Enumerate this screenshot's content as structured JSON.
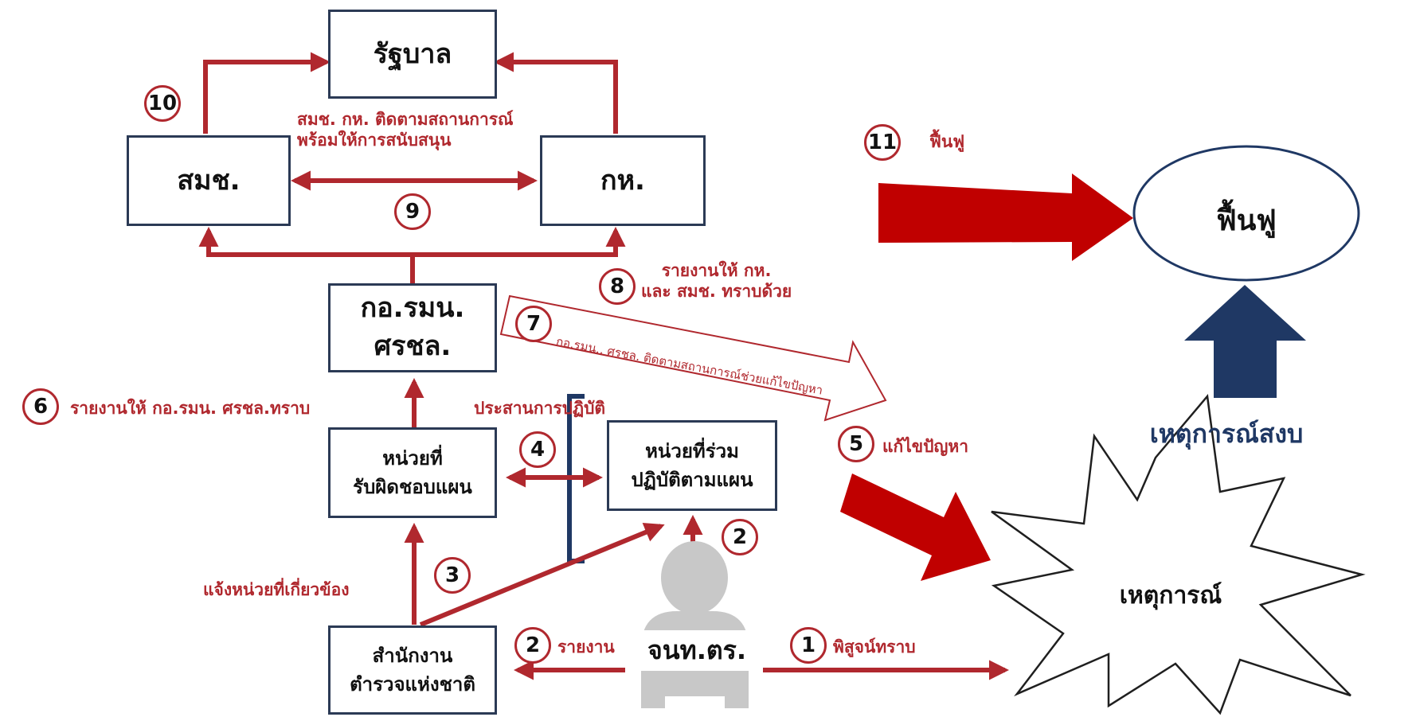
{
  "boxes": {
    "government": "รัฐบาล",
    "nsc": "สมช.",
    "mod": "กห.",
    "isoc_sbpac": [
      "กอ.รมน.",
      "ศรชล."
    ],
    "responsible_unit": [
      "หน่วยที่",
      "รับผิดชอบแผน"
    ],
    "joint_unit": [
      "หน่วยที่ร่วม",
      "ปฏิบัติตามแผน"
    ],
    "police_office": [
      "สำนักงาน",
      "ตำรวจแห่งชาติ"
    ]
  },
  "steps": [
    "1",
    "2",
    "2",
    "3",
    "4",
    "5",
    "6",
    "7",
    "8",
    "9",
    "10",
    "11"
  ],
  "labels": {
    "step1": "พิสูจน์ทราบ",
    "step2": "รายงาน",
    "step3": "แจ้งหน่วยที่เกี่ยวข้อง",
    "step4": "ประสานการปฏิบัติ",
    "step5": "แก้ไขปัญหา",
    "step6": "รายงานให้ กอ.รมน. ศรชล.ทราบ",
    "step7": "กอ.รมน., ศรชล. ติดตามสถานการณ์ช่วยแก้ไขปัญหา",
    "step8": [
      "รายงานให้ กห.",
      "และ สมช. ทราบด้วย"
    ],
    "step10": [
      "สมช. กห. ติดตามสถานการณ์",
      "พร้อมให้การสนับสนุน"
    ],
    "step11": "ฟื้นฟู"
  },
  "person": "จนท.ตร.",
  "incident": "เหตุการณ์",
  "recovery": "ฟื้นฟู",
  "calm": "เหตุการณ์สงบ",
  "colors": {
    "arrow_red": "#b0282e",
    "dark_red": "#c00000",
    "navy": "#1f3864",
    "box_border": "#2b3a55",
    "person_gray": "#c8c8c8"
  }
}
